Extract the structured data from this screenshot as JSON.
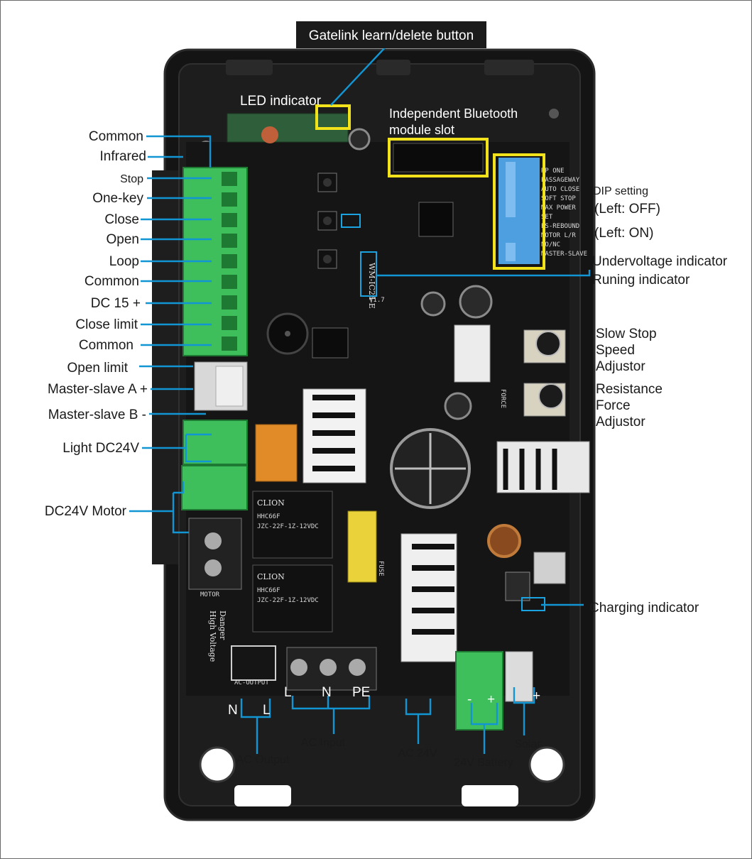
{
  "title": "Gatelink learn/delete button",
  "labels": {
    "led": "LED indicator",
    "bluetooth_1": "Independent Bluetooth",
    "bluetooth_2": "module slot",
    "dip": "DIP setting",
    "dip_off": "(Left: OFF)",
    "dip_on": "(Left: ON)",
    "undervoltage": "Undervoltage indicator",
    "running": "Runing indicator",
    "slow_1": "Slow Stop",
    "slow_2": "Speed",
    "slow_3": "Adjustor",
    "res_1": "Resistance",
    "res_2": "Force",
    "res_3": "Adjustor",
    "charging": "Charging indicator",
    "ac_output": "AC Output",
    "ac_input": "AC Input",
    "ac24": "AC 24V",
    "battery": "24V Battery",
    "solar": "Solar",
    "n1": "N",
    "l1": "L",
    "l2": "L",
    "n2": "N",
    "pe": "PE",
    "minus": "-",
    "plus": "+",
    "plus2": "+"
  },
  "left_labels": [
    "Common",
    "Infrared",
    "Stop",
    "One-key",
    "Close",
    "Open",
    "Loop",
    "Common",
    "DC 15 +",
    "Close limit",
    "Common",
    "Open limit",
    "Master-slave A +",
    "Master-slave B -",
    "Light DC24V",
    "DC24V Motor"
  ],
  "dip_functions": [
    "RP ONE",
    "PASSAGEWAY",
    "AUTO CLOSE",
    "SOFT STOP",
    "MAX POWER",
    "SET",
    "ES-REBOUND",
    "MOTOR L/R",
    "NO/NC",
    "MASTER-SLAVE"
  ],
  "silk": {
    "model": "WM-IC24-E",
    "version": "V1.7",
    "relay_brand": "CLION",
    "relay_model": "HHC66F",
    "relay_spec": "JZC-22F-1Z-12VDC",
    "danger": "Danger",
    "high_voltage": "High Voltage",
    "ac_output": "AC-OUTPUT",
    "fuse": "FUSE",
    "motor": "MOTOR",
    "force": "FORCE"
  },
  "colors": {
    "leader": "#1296d3",
    "highlight": "#f2e21c",
    "board": "#1b1b1b",
    "terminal": "#3fbf5c",
    "dip_switch": "#4d9fe0"
  }
}
